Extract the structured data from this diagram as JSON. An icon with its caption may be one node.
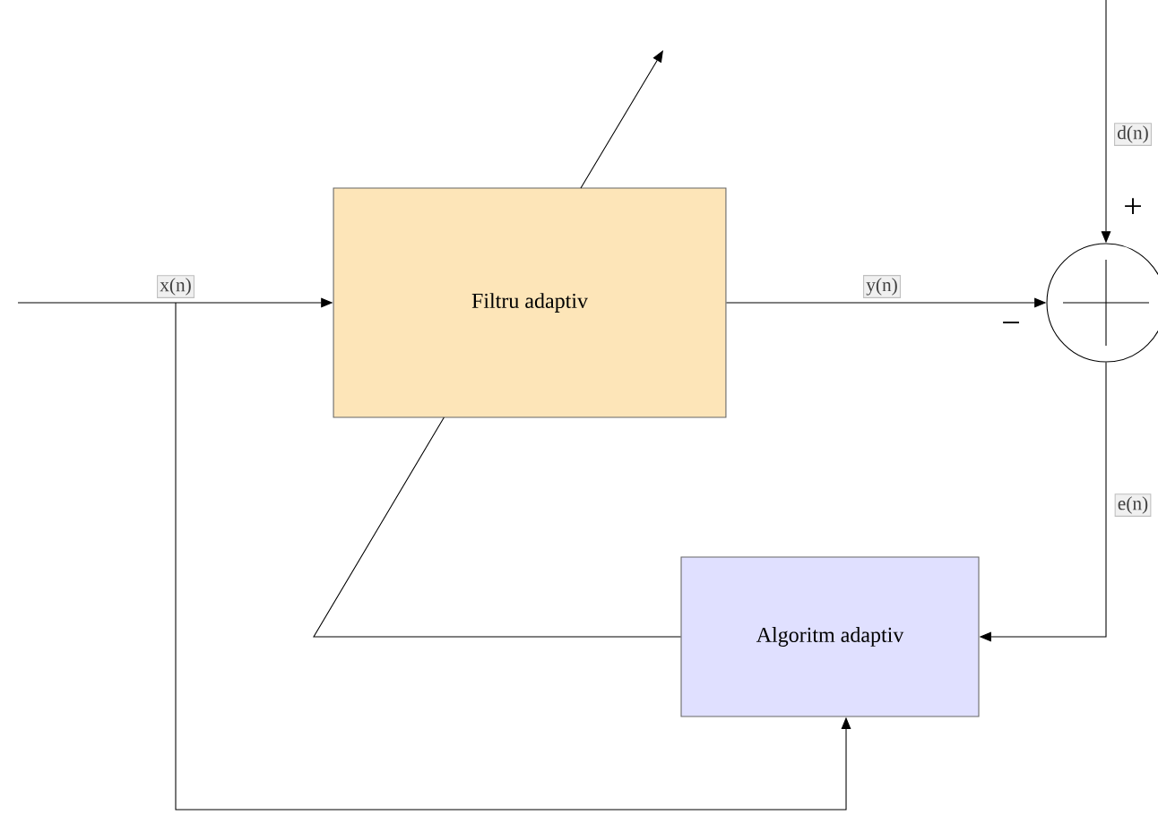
{
  "diagram": {
    "nodes": [
      {
        "text": [
          "Filtru adaptiv"
        ]
      },
      {
        "text": [],
        "shape": "circle"
      },
      {
        "text": [
          "Algoritm adaptiv"
        ]
      }
    ],
    "edges": [
      {
        "from": null,
        "to": 0,
        "arrow": "to",
        "label": "x(n)"
      },
      {
        "from": 0,
        "to": 1,
        "arrow": "to",
        "label": "y(n)"
      },
      {
        "from": null,
        "to": 1,
        "arrow": "to",
        "label": "d(n)"
      },
      {
        "from": 1,
        "to": 2,
        "arrow": "to",
        "label": "e(n)"
      },
      {
        "from": null,
        "to": 2,
        "arrow": "to"
      },
      {
        "from": 2,
        "to": null,
        "arrow": "to"
      }
    ],
    "labels": [
      "+",
      "−"
    ]
  }
}
